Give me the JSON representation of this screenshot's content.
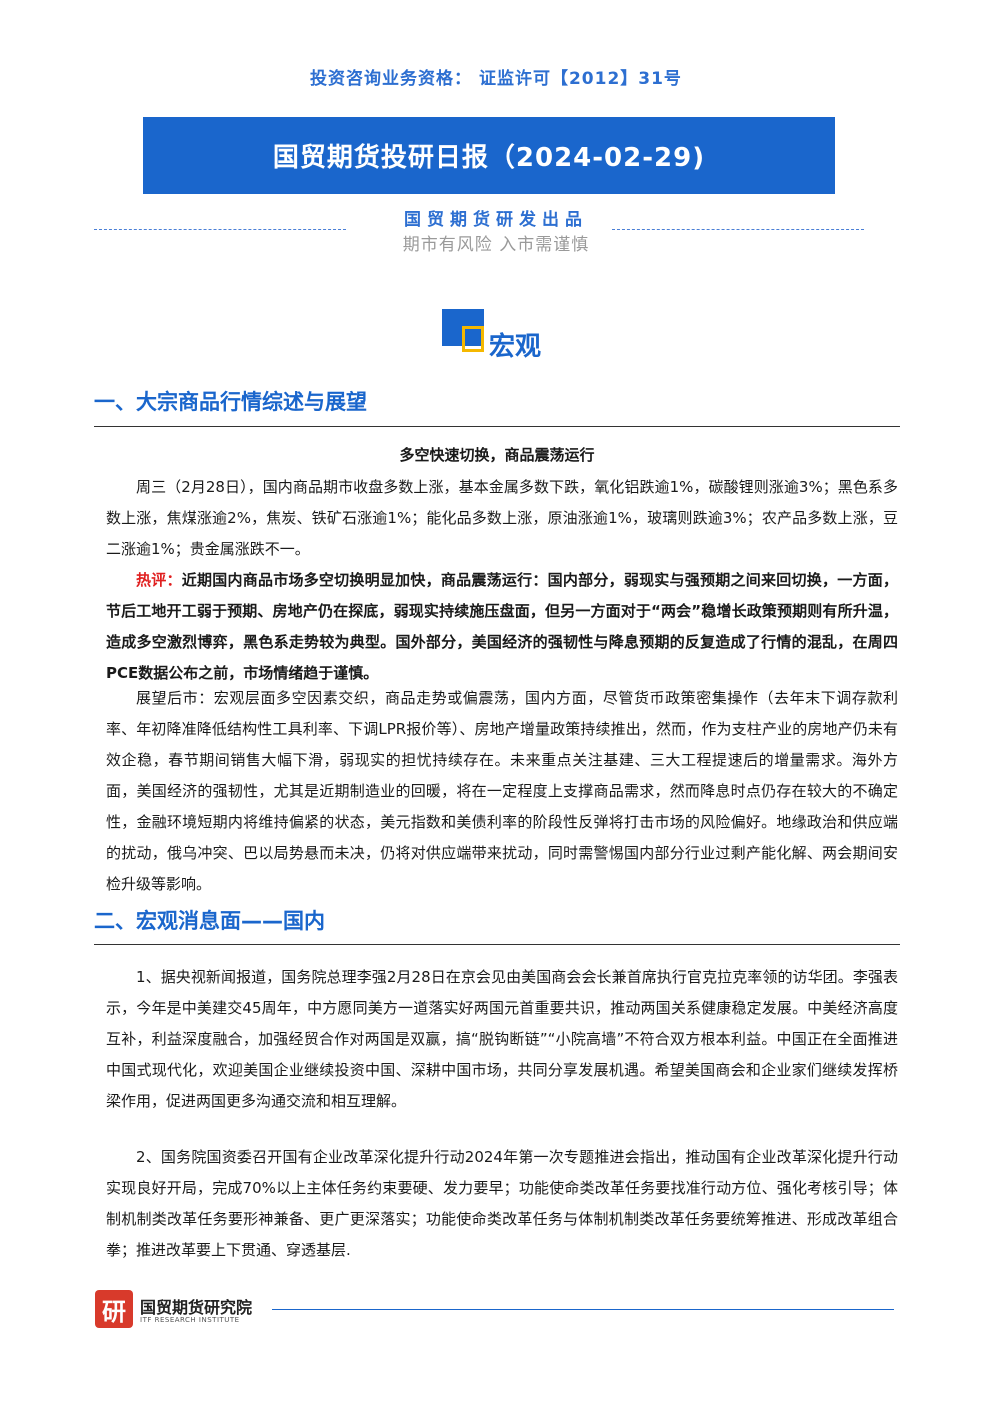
{
  "header": {
    "qualification": "投资咨询业务资格： 证监许可【2012】31号",
    "report_title": "国贸期货投研日报（2024-02-29)",
    "publisher": "国贸期货研发出品",
    "risk_warning": "期市有风险 入市需谨慎"
  },
  "section_tag": "宏观",
  "section1": {
    "heading": "一、大宗商品行情综述与展望",
    "subtitle": "多空快速切换，商品震荡运行",
    "p1": "周三（2月28日），国内商品期市收盘多数上涨，基本金属多数下跌，氧化铝跌逾1%，碳酸锂则涨逾3%；黑色系多数上涨，焦煤涨逾2%，焦炭、铁矿石涨逾1%；能化品多数上涨，原油涨逾1%，玻璃则跌逾3%；农产品多数上涨，豆二涨逾1%；贵金属涨跌不一。",
    "comment_label": "热评：",
    "comment_text": "近期国内商品市场多空切换明显加快，商品震荡运行：国内部分，弱现实与强预期之间来回切换，一方面，节后工地开工弱于预期、房地产仍在探底，弱现实持续施压盘面，但另一方面对于“两会”稳增长政策预期则有所升温，造成多空激烈博弈，黑色系走势较为典型。国外部分，美国经济的强韧性与降息预期的反复造成了行情的混乱，在周四PCE数据公布之前，市场情绪趋于谨慎。",
    "p3": "展望后市：宏观层面多空因素交织，商品走势或偏震荡，国内方面，尽管货币政策密集操作（去年末下调存款利率、年初降准降低结构性工具利率、下调LPR报价等）、房地产增量政策持续推出，然而，作为支柱产业的房地产仍未有效企稳，春节期间销售大幅下滑，弱现实的担忧持续存在。未来重点关注基建、三大工程提速后的增量需求。海外方面，美国经济的强韧性，尤其是近期制造业的回暖，将在一定程度上支撑商品需求，然而降息时点仍存在较大的不确定性，金融环境短期内将维持偏紧的状态，美元指数和美债利率的阶段性反弹将打击市场的风险偏好。地缘政治和供应端的扰动，俄乌冲突、巴以局势悬而未决，仍将对供应端带来扰动，同时需警惕国内部分行业过剩产能化解、两会期间安检升级等影响。"
  },
  "section2": {
    "heading": "二、宏观消息面——国内",
    "p1": "1、据央视新闻报道，国务院总理李强2月28日在京会见由美国商会会长兼首席执行官克拉克率领的访华团。李强表示，今年是中美建交45周年，中方愿同美方一道落实好两国元首重要共识，推动两国关系健康稳定发展。中美经济高度互补，利益深度融合，加强经贸合作对两国是双赢，搞“脱钩断链”“小院高墙”不符合双方根本利益。中国正在全面推进中国式现代化，欢迎美国企业继续投资中国、深耕中国市场，共同分享发展机遇。希望美国商会和企业家们继续发挥桥梁作用，促进两国更多沟通交流和相互理解。",
    "p2": "2、国务院国资委召开国有企业改革深化提升行动2024年第一次专题推进会指出，推动国有企业改革深化提升行动实现良好开局，完成70%以上主体任务约束要硬、发力要早；功能使命类改革任务要找准行动方位、强化考核引导；体制机制类改革任务要形神兼备、更广更深落实；功能使命类改革任务与体制机制类改革任务要统筹推进、形成改革组合拳；推进改革要上下贯通、穿透基层."
  },
  "footer": {
    "logo_char": "研",
    "institute": "国贸期货研究院",
    "institute_en": "ITF RESEARCH INSTITUTE"
  }
}
